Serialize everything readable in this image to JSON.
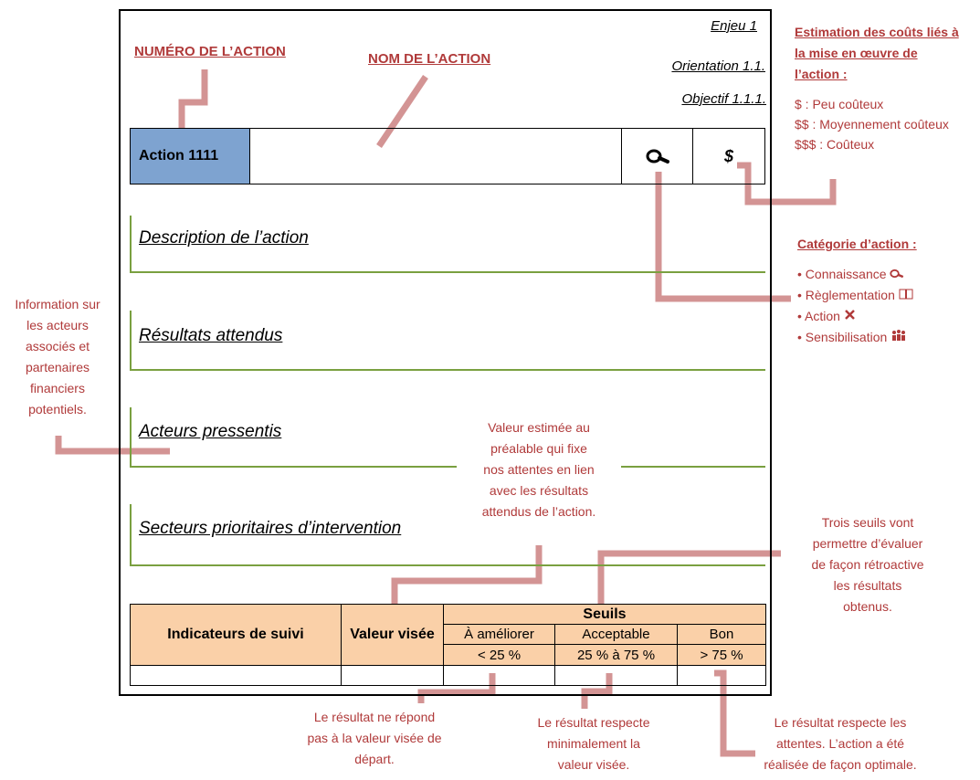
{
  "header": {
    "enjeu": "Enjeu 1",
    "orientation": "Orientation 1.1.",
    "objectif": "Objectif 1.1.1."
  },
  "labels": {
    "numero_action": "NUMÉRO DE L’ACTION",
    "nom_action": "NOM DE L’ACTION"
  },
  "action_row": {
    "action_number": "Action 1111",
    "cost_symbol": "$",
    "category_icon": "magnifier-icon"
  },
  "sections": [
    {
      "title": "Description de l’action"
    },
    {
      "title": "Résultats attendus"
    },
    {
      "title": "Acteurs pressentis"
    },
    {
      "title": "Secteurs prioritaires d’intervention"
    }
  ],
  "table": {
    "col_indicateurs": "Indicateurs de suivi",
    "col_valeur": "Valeur visée",
    "seuils_header": "Seuils",
    "thresholds": [
      {
        "label": "À améliorer",
        "range": "< 25 %"
      },
      {
        "label": "Acceptable",
        "range": "25 % à 75 %"
      },
      {
        "label": "Bon",
        "range": "> 75 %"
      }
    ]
  },
  "cost_legend": {
    "title_line1": "Estimation des coûts liés à",
    "title_line2": "la mise en œuvre de",
    "title_line3": "l’action :",
    "items": [
      "$ : Peu coûteux",
      "$$ : Moyennement coûteux",
      "$$$ : Coûteux"
    ]
  },
  "category_legend": {
    "title": "Catégorie d’action :",
    "items": [
      {
        "label": "Connaissance",
        "icon": "magnifier-icon"
      },
      {
        "label": "Règlementation",
        "icon": "book-icon"
      },
      {
        "label": "Action",
        "icon": "tools-icon"
      },
      {
        "label": "Sensibilisation",
        "icon": "people-icon"
      }
    ]
  },
  "notes": {
    "acteurs": [
      "Information sur",
      "les acteurs",
      "associés et",
      "partenaires",
      "financiers",
      "potentiels."
    ],
    "valeur": [
      "Valeur estimée au",
      "préalable qui fixe",
      "nos attentes en lien",
      "avec les résultats",
      "attendus de l’action."
    ],
    "seuils": [
      "Trois seuils vont",
      "permettre d’évaluer",
      "de façon rétroactive",
      "les résultats",
      "obtenus."
    ],
    "ameliorer": [
      "Le résultat ne répond",
      "pas à la valeur visée de",
      "départ."
    ],
    "acceptable": [
      "Le résultat respecte",
      "minimalement la",
      "valeur visée."
    ],
    "bon": [
      "Le résultat respecte les",
      "attentes. L’action a été",
      "réalisée de façon optimale."
    ]
  },
  "colors": {
    "accent_red": "#b03a3a",
    "connector": "#d39494",
    "action_blue": "#7ea3d0",
    "table_peach": "#fad0a8",
    "section_green": "#7aa040"
  }
}
